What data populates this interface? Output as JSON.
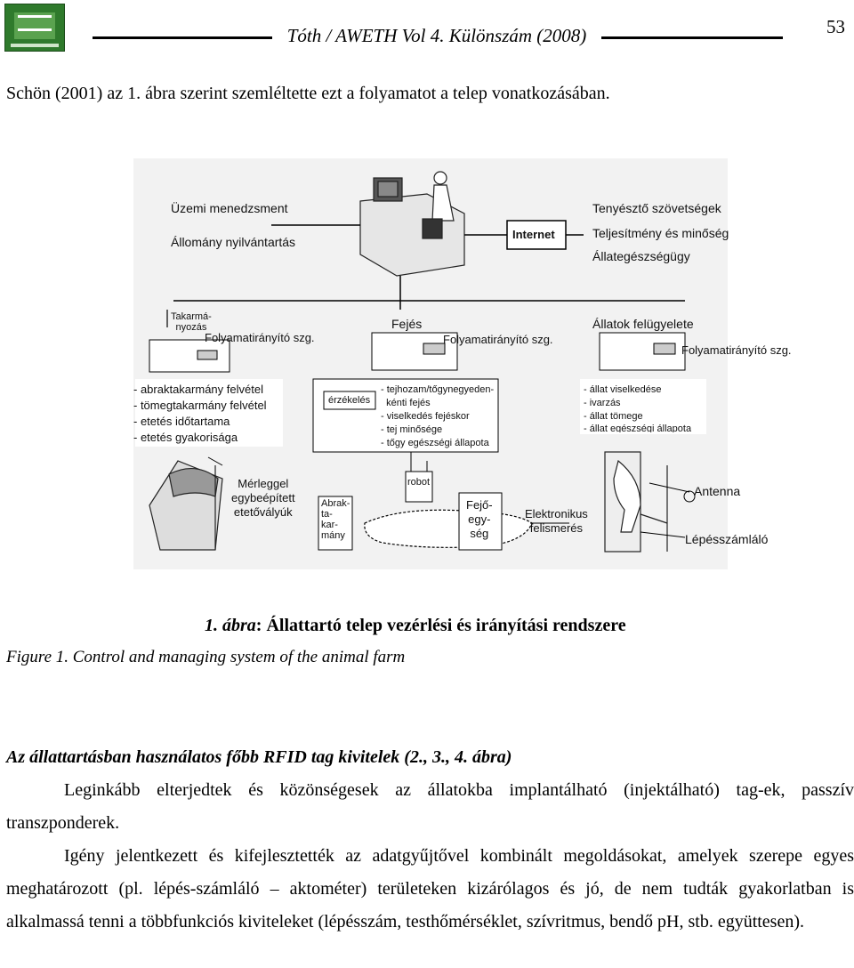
{
  "header": {
    "journal": "Tóth / AWETH Vol 4. Különszám (2008)",
    "page_number": "53"
  },
  "intro": "Schön (2001) az 1. ábra szerint szemléltette ezt a folyamatot a telep vonatkozásában.",
  "figure": {
    "top_left": [
      "Üzemi menedzsment",
      "Állomány nyilvántartás"
    ],
    "internet": "Internet",
    "top_right": [
      "Tenyésztő szövetségek",
      "Teljesítmény és minőség",
      "Állategészségügy"
    ],
    "left_module": {
      "title": "Takarmá-\nnyozás",
      "controller": "Folyamatirányító szg.",
      "items": [
        "- abraktakarmány felvétel",
        "- tömegtakarmány felvétel",
        "- etetés időtartama",
        "- etetés gyakorisága"
      ]
    },
    "mid_module": {
      "title": "Fejés",
      "controller": "Folyamatirányító szg.",
      "sensor": "érzékelés",
      "items": [
        "- tejhozam/tőgynegyeden-",
        "  kénti fejés",
        "- viselkedés fejéskor",
        "- tej minősége",
        "- tőgy egészségi állapota"
      ]
    },
    "right_module": {
      "title": "Állatok felügyelete",
      "controller": "Folyamatirányító szg.",
      "items": [
        "- állat viselkedése",
        "- ivarzás",
        "- állat tömege",
        "- állat egészségi állapota"
      ]
    },
    "bottom": {
      "feeder": "Mérleggel\negybeépített\netetővályúk",
      "concentrate": "Abrak-\nta-\nkar-\nmány",
      "robot": "robot",
      "milking_unit": "Fejő-\negy-\nség",
      "electronic_id": "Elektronikus\nfelismerés",
      "antenna": "Antenna",
      "pedometer": "Lépésszámláló"
    }
  },
  "caption_hu_label": "1. ábra",
  "caption_hu_text": ": Állattartó telep vezérlési és irányítási rendszere",
  "caption_en": "Figure 1. Control and managing system of the animal farm",
  "section_heading": "Az állattartásban használatos főbb RFID tag kivitelek (2., 3., 4. ábra)",
  "paragraphs": [
    "Leginkább elterjedtek és közönségesek az állatokba implantálható (injektálható) tag-ek, passzív transzponderek.",
    "Igény jelentkezett és kifejlesztették az adatgyűjtővel kombinált megoldásokat, amelyek szerepe egyes meghatározott (pl. lépés-számláló – aktométer) területeken kizárólagos és jó, de nem tudták gyakorlatban is alkalmassá tenni a többfunkciós kiviteleket (lépésszám, testhőmérséklet, szívritmus, bendő pH, stb. együttesen)."
  ]
}
